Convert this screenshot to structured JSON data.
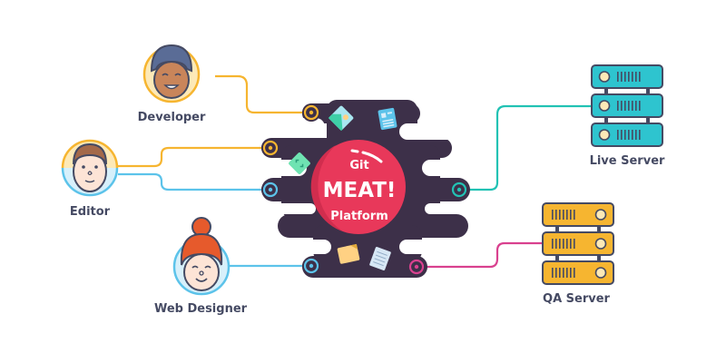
{
  "platform": {
    "line1": "Git",
    "line2": "MEAT!",
    "line3": "Platform",
    "colors": {
      "blob": "#3d3049",
      "circle": "#e8385a",
      "circle_shade": "#d12d4e"
    }
  },
  "nodes": [
    {
      "id": "developer",
      "label": "Developer",
      "icon": "developer-avatar-icon",
      "ring_color": "#f6b530",
      "line_color": "#f6b530"
    },
    {
      "id": "editor",
      "label": "Editor",
      "icon": "editor-avatar-icon",
      "ring_color": "#f6b530",
      "line_color": "#f6b530",
      "secondary_line_color": "#5cc3ea"
    },
    {
      "id": "web-designer",
      "label": "Web Designer",
      "icon": "web-designer-avatar-icon",
      "ring_color": "#5cc3ea",
      "line_color": "#5cc3ea"
    },
    {
      "id": "live-server",
      "label": "Live Server",
      "icon": "server-stack-icon",
      "fill_color": "#2ec4cf",
      "line_color": "#22c2b4"
    },
    {
      "id": "qa-server",
      "label": "QA Server",
      "icon": "server-stack-icon",
      "fill_color": "#f6b530",
      "line_color": "#d9418f"
    }
  ],
  "decorations": [
    {
      "icon": "image-file-icon",
      "color": "#3ecfa7"
    },
    {
      "icon": "document-icon",
      "color": "#5cc3ea"
    },
    {
      "icon": "code-file-icon",
      "color": "#6fe3b2"
    },
    {
      "icon": "folder-icon",
      "color": "#ffd183"
    },
    {
      "icon": "text-page-icon",
      "color": "#d7e7f5"
    }
  ]
}
